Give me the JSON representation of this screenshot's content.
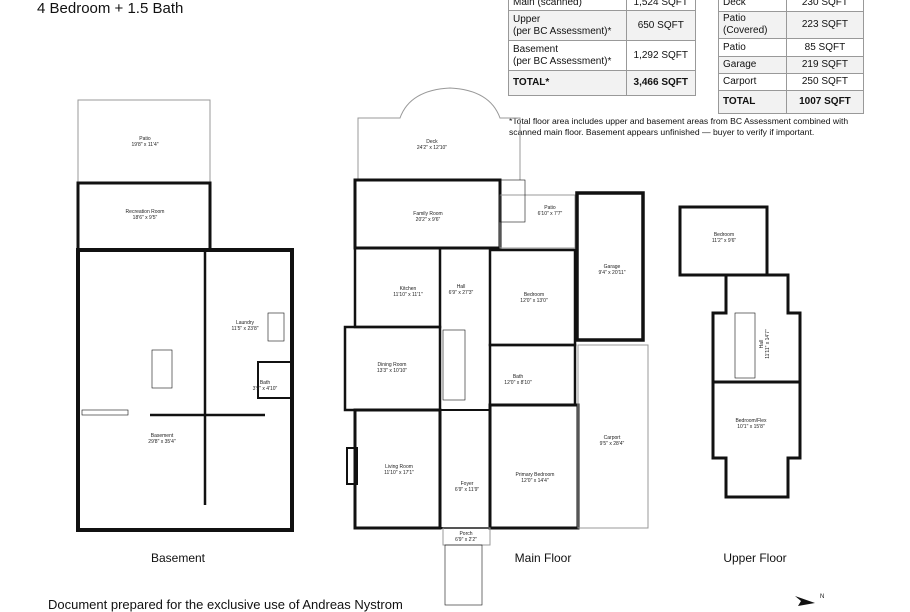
{
  "header": {
    "subtitle": "4 Bedroom + 1.5 Bath"
  },
  "area_table": {
    "rows": [
      {
        "label": "Main (scanned)",
        "value": "1,524 SQFT"
      },
      {
        "label": "Upper\n(per BC Assessment)*",
        "value": "650  SQFT"
      },
      {
        "label": "Basement\n(per BC Assessment)*",
        "value": "1,292 SQFT"
      }
    ],
    "total": {
      "label": "TOTAL*",
      "value": "3,466 SQFT"
    }
  },
  "exterior_table": {
    "rows": [
      {
        "label": "Deck",
        "value": "230 SQFT"
      },
      {
        "label": "Patio\n(Covered)",
        "value": "223 SQFT"
      },
      {
        "label": "Patio",
        "value": "85 SQFT"
      },
      {
        "label": "Garage",
        "value": "219 SQFT"
      },
      {
        "label": "Carport",
        "value": "250 SQFT"
      }
    ],
    "total": {
      "label": "TOTAL",
      "value": "1007 SQFT"
    }
  },
  "note": "*Total floor area includes upper and basement areas from BC Assessment combined with scanned main floor. Basement appears unfinished — buyer to verify if important.",
  "floors": {
    "basement": {
      "title": "Basement",
      "rooms": [
        {
          "name": "Patio",
          "dim": "19'8\" x 11'4\""
        },
        {
          "name": "Recreation Room",
          "dim": "18'6\" x 9'5\""
        },
        {
          "name": "Laundry",
          "dim": "11'5\" x 23'8\""
        },
        {
          "name": "Bath",
          "dim": "3'9\" x 4'10\""
        },
        {
          "name": "Basement",
          "dim": "29'8\" x 35'4\""
        }
      ]
    },
    "main": {
      "title": "Main Floor",
      "rooms": [
        {
          "name": "Deck",
          "dim": "24'2\" x 12'10\""
        },
        {
          "name": "Family Room",
          "dim": "20'2\" x 9'6\""
        },
        {
          "name": "Patio",
          "dim": "6'10\" x 7'7\""
        },
        {
          "name": "Garage",
          "dim": "9'4\" x 20'11\""
        },
        {
          "name": "Kitchen",
          "dim": "11'10\" x 11'1\""
        },
        {
          "name": "Hall",
          "dim": "6'9\" x 27'3\""
        },
        {
          "name": "Bedroom",
          "dim": "12'0\" x 13'0\""
        },
        {
          "name": "Dining Room",
          "dim": "13'3\" x 10'10\""
        },
        {
          "name": "Bath",
          "dim": "12'0\" x 8'10\""
        },
        {
          "name": "Living Room",
          "dim": "11'10\" x 17'1\""
        },
        {
          "name": "Foyer",
          "dim": "6'9\" x 11'9\""
        },
        {
          "name": "Primary Bedroom",
          "dim": "12'0\" x 14'4\""
        },
        {
          "name": "Carport",
          "dim": "9'5\" x 28'4\""
        },
        {
          "name": "Porch",
          "dim": "6'9\" x 2'2\""
        }
      ]
    },
    "upper": {
      "title": "Upper Floor",
      "rooms": [
        {
          "name": "Bedroom",
          "dim": "11'2\" x 9'6\""
        },
        {
          "name": "Hall",
          "dim": "11'11\" x 14'7\""
        },
        {
          "name": "Bedroom/Flex",
          "dim": "10'1\" x 15'8\""
        }
      ]
    }
  },
  "footer": {
    "text": "Document prepared for the exclusive use of Andreas Nystrom",
    "north_label": "N"
  }
}
